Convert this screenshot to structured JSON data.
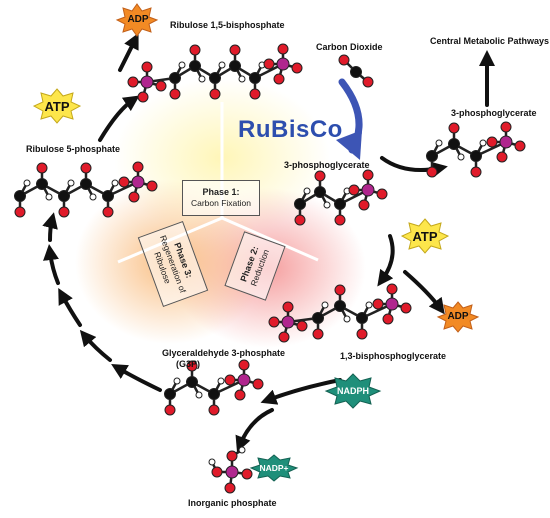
{
  "molecules": {
    "rubp": "Ribulose 1,5-bisphosphate",
    "co2": "Carbon Dioxide",
    "pga_top": "3-phosphoglycerate",
    "pga_center": "3-phosphoglycerate",
    "bpg": "1,3-bisphosphoglycerate",
    "g3p_line1": "Glyceraldehyde 3-phosphate",
    "g3p_line2": "(G3P)",
    "ru5p": "Ribulose 5-phosphate",
    "pi": "Inorganic phosphate",
    "central": "Central Metabolic Pathways"
  },
  "enzyme": "RuBisCo",
  "phases": {
    "p1_title": "Phase 1:",
    "p1_desc": "Carbon Fixation",
    "p2_title": "Phase 2:",
    "p2_desc": "Reduction",
    "p3_title": "Phase 3:",
    "p3_desc1": "Regeneration of",
    "p3_desc2": "Ribulose"
  },
  "cofactors": {
    "adp_top": "ADP",
    "atp_left": "ATP",
    "atp_right": "ATP",
    "adp_right": "ADP",
    "nadph": "NADPH",
    "nadp": "NADP+"
  },
  "colors": {
    "arrow": "#111111",
    "rubisco_arrow": "#3d55b5",
    "atp_adp_fill": "#fde64b",
    "adp_fill": "#f28a24",
    "nadph_fill": "#1f8f7a",
    "carbon": "#111111",
    "oxygen": "#e01b2a",
    "phosphorus": "#b0268e",
    "hydrogen": "#ffffff",
    "phase1_glow": "#fff3a0",
    "phase2_glow": "#f6a2a2",
    "phase3_glow": "#fbc58c"
  }
}
